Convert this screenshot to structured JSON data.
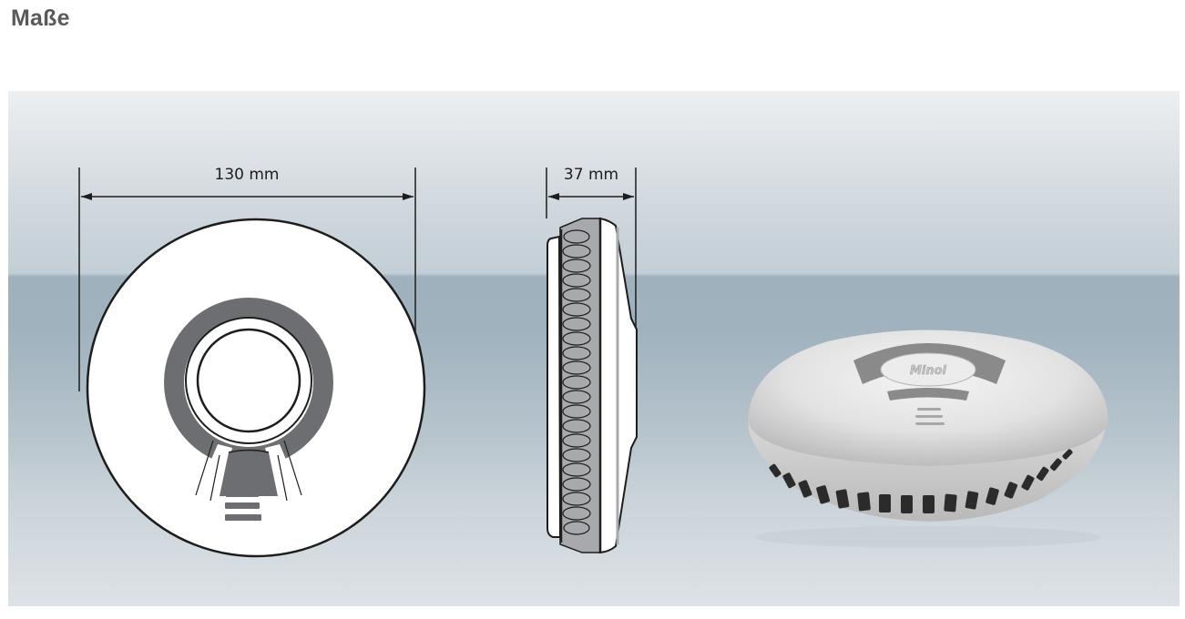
{
  "page": {
    "title": "Maße"
  },
  "figure": {
    "front_view": {
      "dimension_label": "130 mm",
      "label": "Front view line drawing"
    },
    "side_view": {
      "dimension_label": "37 mm",
      "label": "Side view line drawing"
    },
    "product_photo": {
      "brand_text": "Minol",
      "label": "Smoke detector product photo"
    },
    "colors": {
      "title": "#58595b",
      "ring_gray": "#6d6e71",
      "outline": "#1d1d1b",
      "horizon": "#9fb1bd"
    }
  }
}
